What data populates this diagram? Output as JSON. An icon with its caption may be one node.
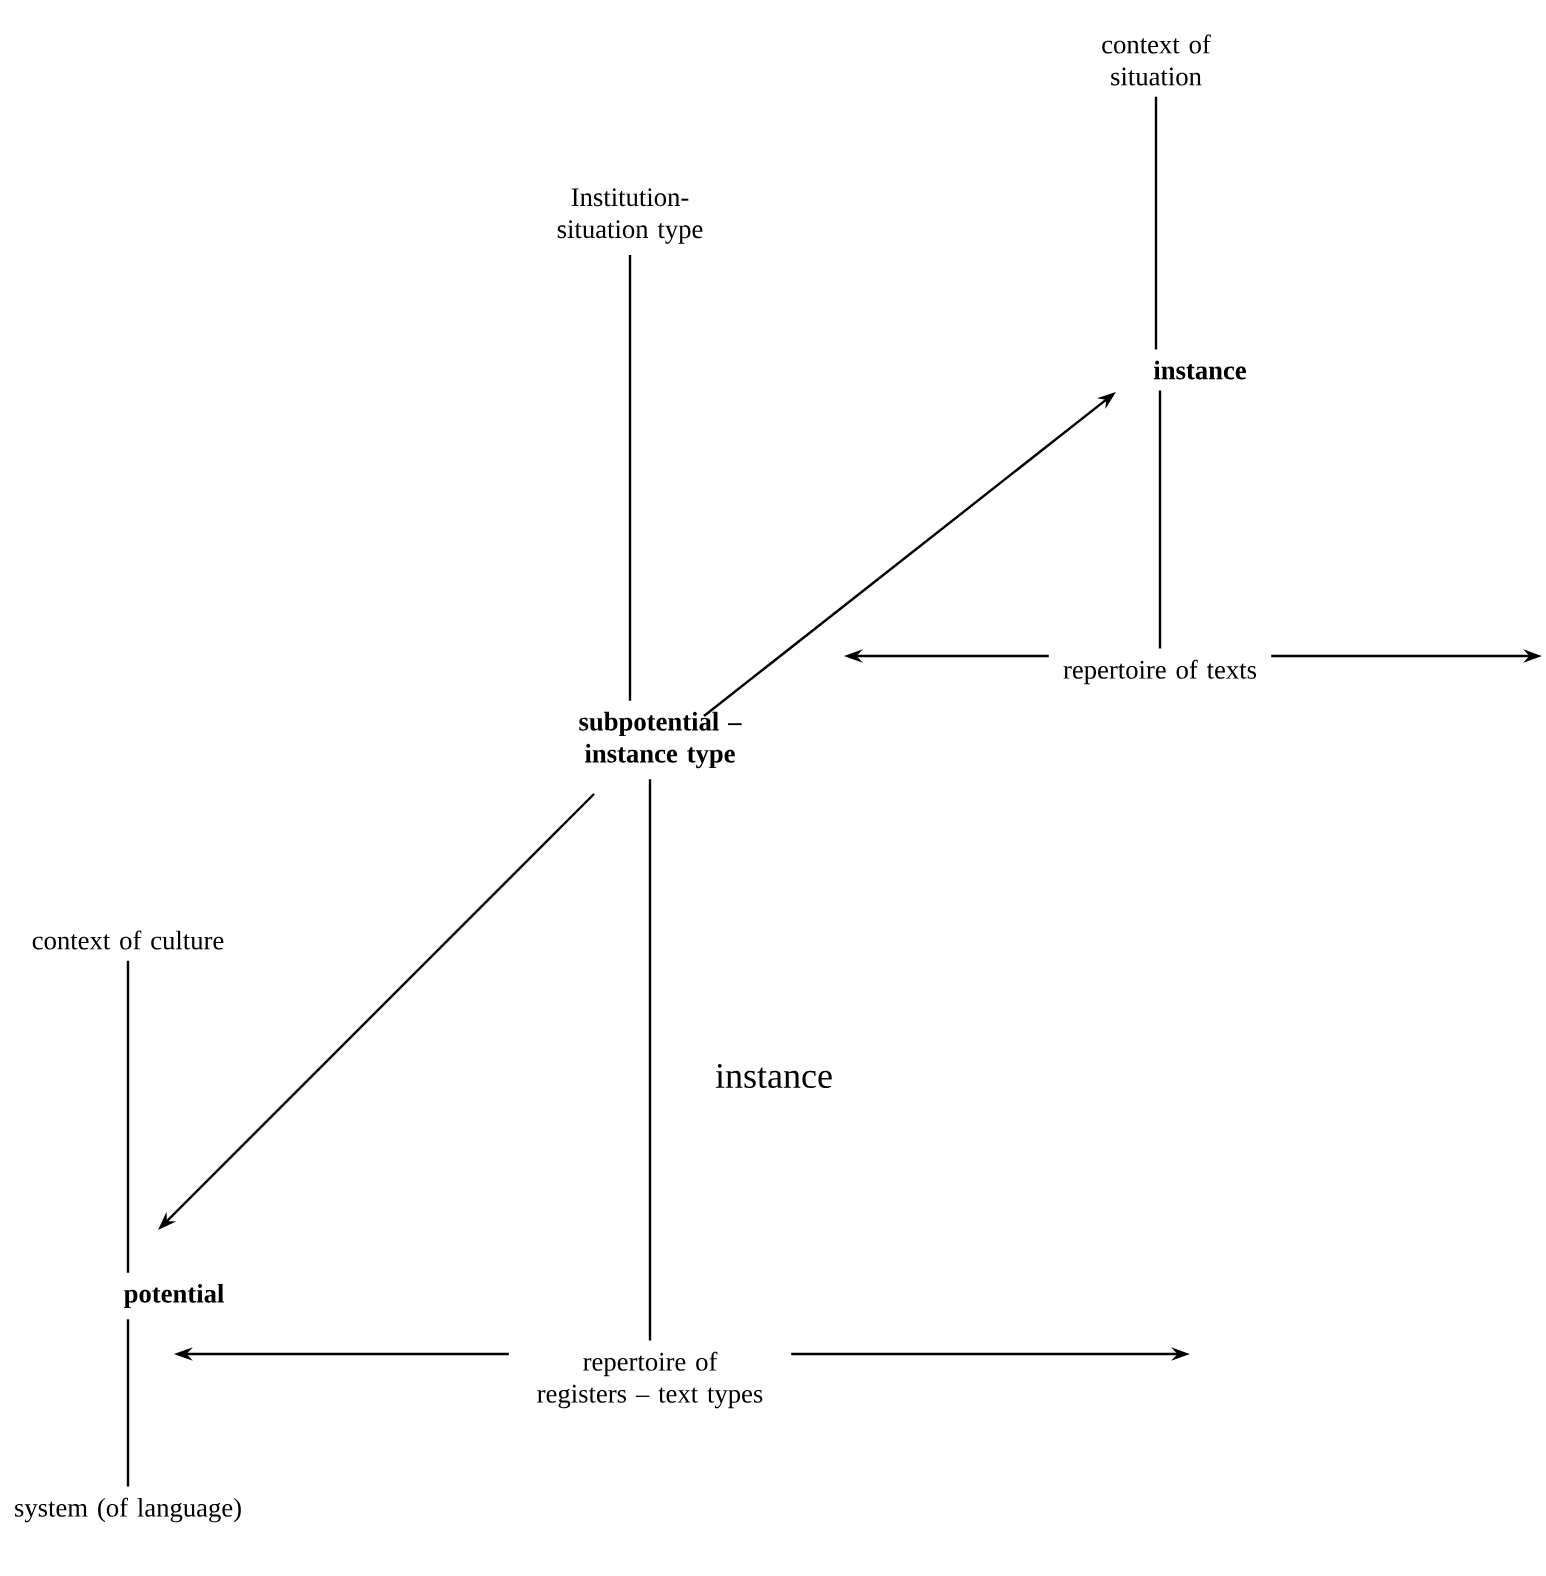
{
  "diagram": {
    "nodes": [
      {
        "text": [
          "context of situation"
        ]
      },
      {
        "text": [
          "Institution-situation type"
        ]
      },
      {
        "text": [
          "instance"
        ]
      },
      {
        "text": [
          "repertoire of texts"
        ]
      },
      {
        "text": [
          "subpotential – instance type"
        ]
      },
      {
        "text": [
          "context of culture"
        ]
      },
      {
        "text": [
          "potential"
        ]
      },
      {
        "text": [
          "repertoire of registers – text types"
        ]
      },
      {
        "text": [
          "system (of language)"
        ]
      }
    ],
    "edges": [
      {
        "from": 0,
        "to": 2,
        "arrow": "none"
      },
      {
        "from": 2,
        "to": 3,
        "arrow": "none"
      },
      {
        "from": 3,
        "to": null,
        "arrow": "to"
      },
      {
        "from": 3,
        "to": null,
        "arrow": "to"
      },
      {
        "from": 1,
        "to": 4,
        "arrow": "none"
      },
      {
        "from": 4,
        "to": 2,
        "arrow": "to"
      },
      {
        "from": 4,
        "to": 6,
        "arrow": "to"
      },
      {
        "from": 5,
        "to": 6,
        "arrow": "none"
      },
      {
        "from": 6,
        "to": 8,
        "arrow": "none"
      },
      {
        "from": 4,
        "to": 7,
        "arrow": "none"
      },
      {
        "from": 7,
        "to": 6,
        "arrow": "to"
      },
      {
        "from": 7,
        "to": null,
        "arrow": "to"
      }
    ],
    "labels": [
      "instance"
    ]
  }
}
